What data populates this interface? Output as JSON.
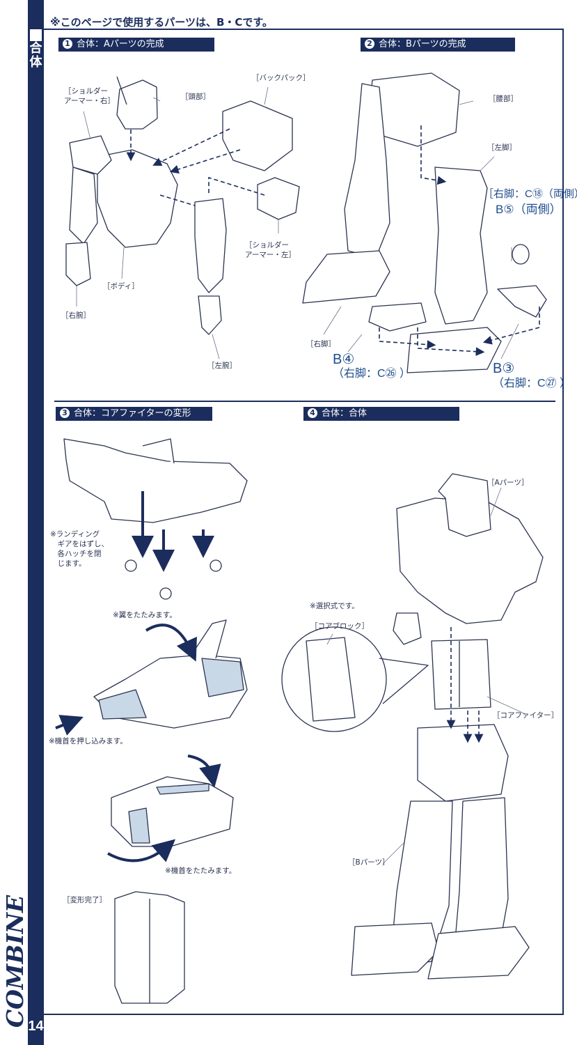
{
  "page": {
    "header_note": "※このページで使用するパーツは、B・Cです。",
    "side_title": "合体",
    "side_word": "COMBINE",
    "page_number": "14",
    "accent_color": "#1b2d5c",
    "highlight_color": "#c9d8e6"
  },
  "steps": [
    {
      "number": "1",
      "title": "合体：Aパーツの完成",
      "labels": {
        "head": "［頭部］",
        "shoulder_right": "［ショルダー\nアーマー・右］",
        "backpack": "［バックパック］",
        "shoulder_left": "［ショルダー\nアーマー・左］",
        "body": "［ボディ］",
        "right_arm": "［右腕］",
        "left_arm": "［左腕］"
      }
    },
    {
      "number": "2",
      "title": "合体：Bパーツの完成",
      "labels": {
        "waist": "［腰部］",
        "left_leg": "［左脚］",
        "right_leg": "［右脚］",
        "ref_c18": "［右脚：C⑱（両側）］",
        "ref_b5": "B⑤（両側）",
        "ref_b4": "B④",
        "ref_b4_alt": "（右脚：C㉖ ）",
        "ref_b3": "B③",
        "ref_b3_alt": "（右脚：C㉗ ）"
      }
    },
    {
      "number": "3",
      "title": "合体：コアファイターの変形",
      "notes": {
        "landing_gear": "※ランディング\n　ギアをはずし、\n　各ハッチを閉\n　じます。",
        "fold_wings": "※翼をたたみます。",
        "push_nose": "※機首を押し込みます。",
        "fold_nose": "※機首をたたみます。",
        "complete": "［変形完了］"
      }
    },
    {
      "number": "4",
      "title": "合体：合体",
      "labels": {
        "a_parts": "［Aパーツ］",
        "optional": "※選択式です。",
        "core_block": "［コアブロック］",
        "core_fighter": "［コアファイター］",
        "b_parts": "［Bパーツ］"
      }
    }
  ]
}
